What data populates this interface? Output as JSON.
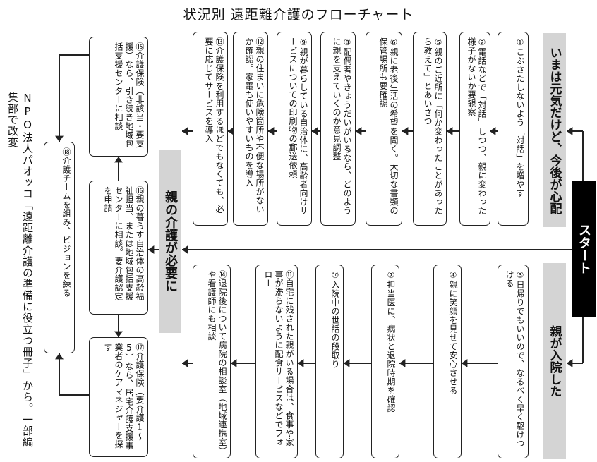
{
  "title": "状況別 遠距離介護のフローチャート",
  "start_label": "スタート",
  "branches": {
    "healthy": "いまは元気だけど、今後が心配",
    "hospital": "親が入院した",
    "care": "親の介護が必要に"
  },
  "steps": {
    "s1": {
      "num": "①",
      "text": "こぶさたしないよう「対話」を増やす"
    },
    "s2": {
      "num": "②",
      "text": "電話などで「対話」しつつ、親に変わった様子がないか要観察"
    },
    "s3": {
      "num": "③",
      "text": "日帰りでもいいので、なるべく早く駆けつける"
    },
    "s4": {
      "num": "④",
      "text": "親に笑顔を見せて安心させる"
    },
    "s5": {
      "num": "⑤",
      "text": "親のご近所に「何か変わったことがあったら教えて」とあいさつ"
    },
    "s6": {
      "num": "⑥",
      "text": "親に老後生活の希望を聞く。大切な書類の保管場所も要確認"
    },
    "s7": {
      "num": "⑦",
      "text": "担当医に、病状と退院時期を確認"
    },
    "s8": {
      "num": "⑧",
      "text": "配偶者やきょうだいがいるなら、どのように親を支えていくのか意見調整"
    },
    "s9": {
      "num": "⑨",
      "text": "親が暮らしている自治体に、高齢者向けサービスについての印刷物の郵送依頼"
    },
    "s10": {
      "num": "⑩",
      "text": "入院中の世話の段取り"
    },
    "s11": {
      "num": "⑪",
      "text": "自宅に残された親がいる場合は、食事や家事が滞らないように配食サービスなどでフォロー"
    },
    "s12": {
      "num": "⑫",
      "text": "親の住まいに危険箇所や不便な場所がないか確認。家電も使いやすいものを導入"
    },
    "s13": {
      "num": "⑬",
      "text": "介護保険を利用するほどでもなくても、必要に応じてサービスを導入"
    },
    "s14": {
      "num": "⑭",
      "text": "退院後について病院の相談室（地域連携室）や看護師にも相談"
    },
    "s15": {
      "num": "⑮",
      "text": "介護保険（非該当・要支援）なら、引き続き地域包括支援センターに相談"
    },
    "s16": {
      "num": "⑯",
      "text": "親の暮らす自治体の高齢福祉担当、または地域包括支援センターに相談。要介護認定を申請"
    },
    "s17": {
      "num": "⑰",
      "text": "介護保険（要介護1～5）なら、居宅介護支援事業者のケアマネジャーを探す"
    },
    "s18": {
      "num": "⑱",
      "text": "介護チームを組み、ビジョンを練る"
    }
  },
  "credit": "NPO法人パオッコ「遠距離介護の準備に役立つ冊子」から。一部編集部で改変"
}
